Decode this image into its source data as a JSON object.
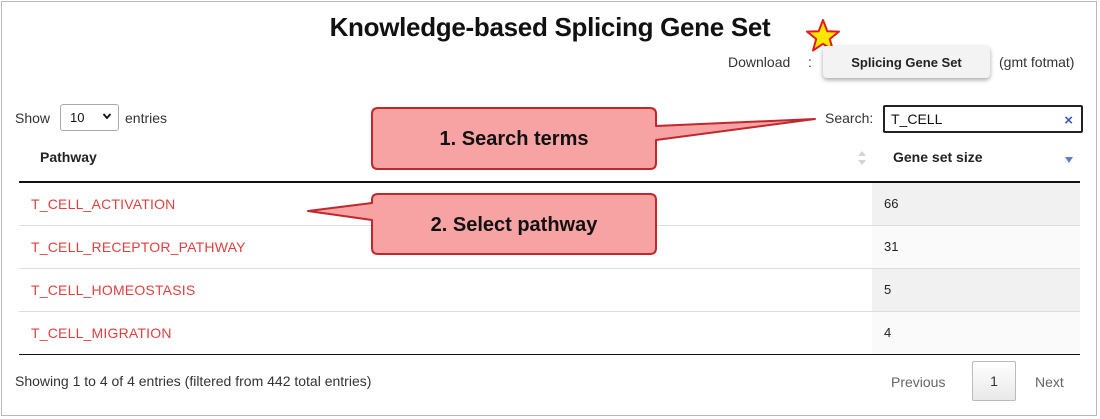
{
  "page": {
    "title": "Knowledge-based Splicing Gene Set"
  },
  "download": {
    "label": "Download",
    "colon": ":",
    "button_label": "Splicing Gene Set",
    "format_note": "(gmt fotmat)"
  },
  "length_control": {
    "show_label": "Show",
    "selected": "10",
    "entries_label": "entries"
  },
  "search": {
    "label": "Search:",
    "value": "T_CELL",
    "clear_icon": "×"
  },
  "table": {
    "columns": [
      "Pathway",
      "Gene set size"
    ],
    "rows": [
      {
        "pathway": "T_CELL_ACTIVATION",
        "size": "66"
      },
      {
        "pathway": "T_CELL_RECEPTOR_PATHWAY",
        "size": "31"
      },
      {
        "pathway": "T_CELL_HOMEOSTASIS",
        "size": "5"
      },
      {
        "pathway": "T_CELL_MIGRATION",
        "size": "4"
      }
    ]
  },
  "footer": {
    "info": "Showing 1 to 4 of 4 entries (filtered from 442 total entries)",
    "previous": "Previous",
    "current_page": "1",
    "next": "Next"
  },
  "annotations": {
    "callout_1": "1. Search terms",
    "callout_2": "2. Select pathway"
  },
  "colors": {
    "pathway_link": "#e0403f",
    "callout_fill": "#f7a3a3",
    "callout_border": "#c0282d",
    "star_fill": "#ffe500",
    "star_stroke": "#e31b1b"
  },
  "icons": {
    "star": "star-icon",
    "select_chevron": "chevron-down-icon",
    "clear": "close-icon",
    "sort_both": "sort-icon",
    "sort_desc": "sort-desc-icon"
  }
}
